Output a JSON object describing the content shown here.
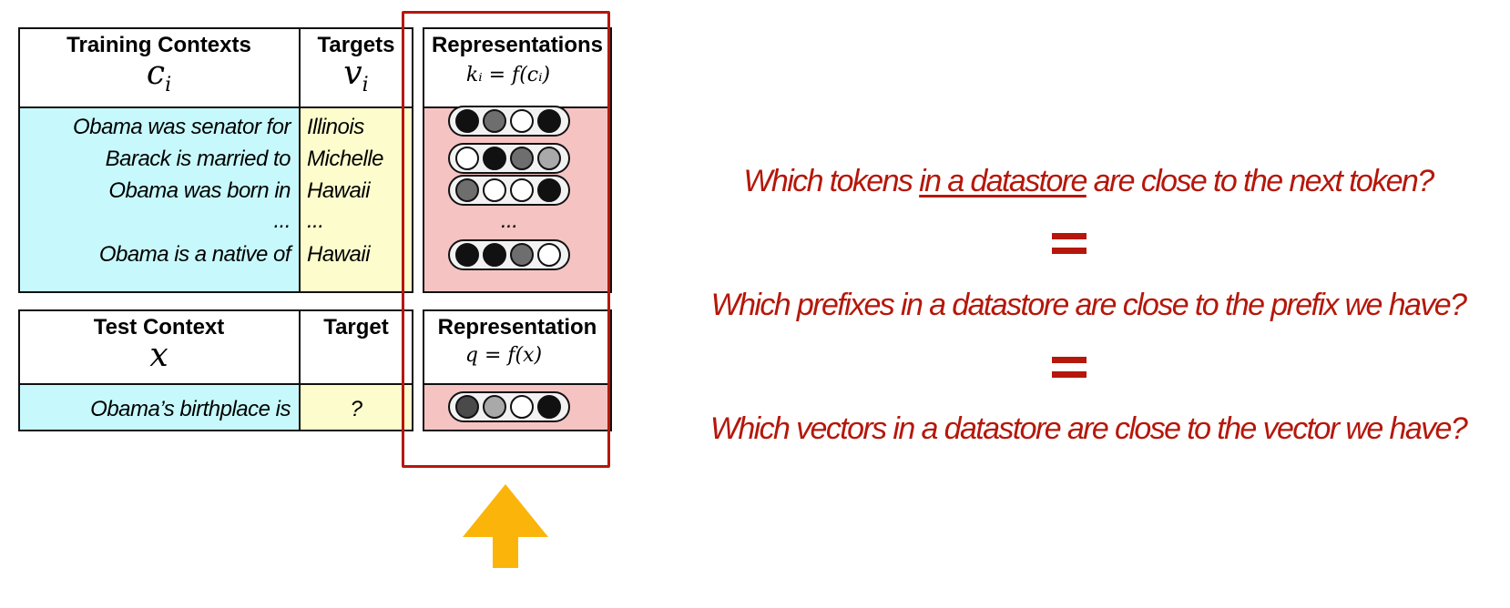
{
  "training": {
    "headers": {
      "contexts_title": "Training Contexts",
      "contexts_symbol": "c",
      "contexts_sub": "i",
      "targets_title": "Targets",
      "targets_symbol": "v",
      "targets_sub": "i",
      "repr_title": "Representations",
      "repr_formula": "kᵢ = f(cᵢ)"
    },
    "rows": [
      {
        "context": "Obama was senator for",
        "target": "Illinois",
        "dots": [
          "black",
          "gray",
          "white",
          "black"
        ]
      },
      {
        "context": "Barack is married to",
        "target": "Michelle",
        "dots": [
          "white",
          "black",
          "gray",
          "lightgray"
        ]
      },
      {
        "context": "Obama was born in",
        "target": "Hawaii",
        "dots": [
          "gray",
          "white",
          "white",
          "black"
        ]
      },
      {
        "context": "...",
        "target": "...",
        "repr_text": "..."
      },
      {
        "context": "Obama is a native of",
        "target": "Hawaii",
        "dots": [
          "black",
          "black",
          "gray",
          "white"
        ]
      }
    ]
  },
  "test": {
    "headers": {
      "context_title": "Test Context",
      "context_symbol": "x",
      "target_title": "Target",
      "repr_title": "Representation",
      "repr_formula": "q = f(x)"
    },
    "row": {
      "context": "Obama’s birthplace is",
      "target": "?",
      "dots": [
        "darkgray",
        "lightgray",
        "white",
        "black"
      ]
    }
  },
  "questions": {
    "q1_before": "Which tokens ",
    "q1_underlined": "in a datastore",
    "q1_after": " are close to the next token?",
    "q2": "Which prefixes in a datastore are close to the prefix we have?",
    "q3": "Which vectors in a datastore are close to the vector we have?"
  },
  "colors": {
    "context_bg": "#c7f9fc",
    "target_bg": "#fdfccc",
    "repr_bg": "#f6c3c3",
    "highlight_border": "#b5170b",
    "question_text": "#b5170b",
    "arrow": "#fbb50a",
    "dot_black": "#111111",
    "dot_gray": "#6e6e6e",
    "dot_darkgray": "#4a4a4a",
    "dot_lightgray": "#a9a9a9",
    "dot_white": "#ffffff"
  },
  "icons": {
    "arrow": "up-arrow-icon",
    "vector": "vector-pill-icon"
  }
}
